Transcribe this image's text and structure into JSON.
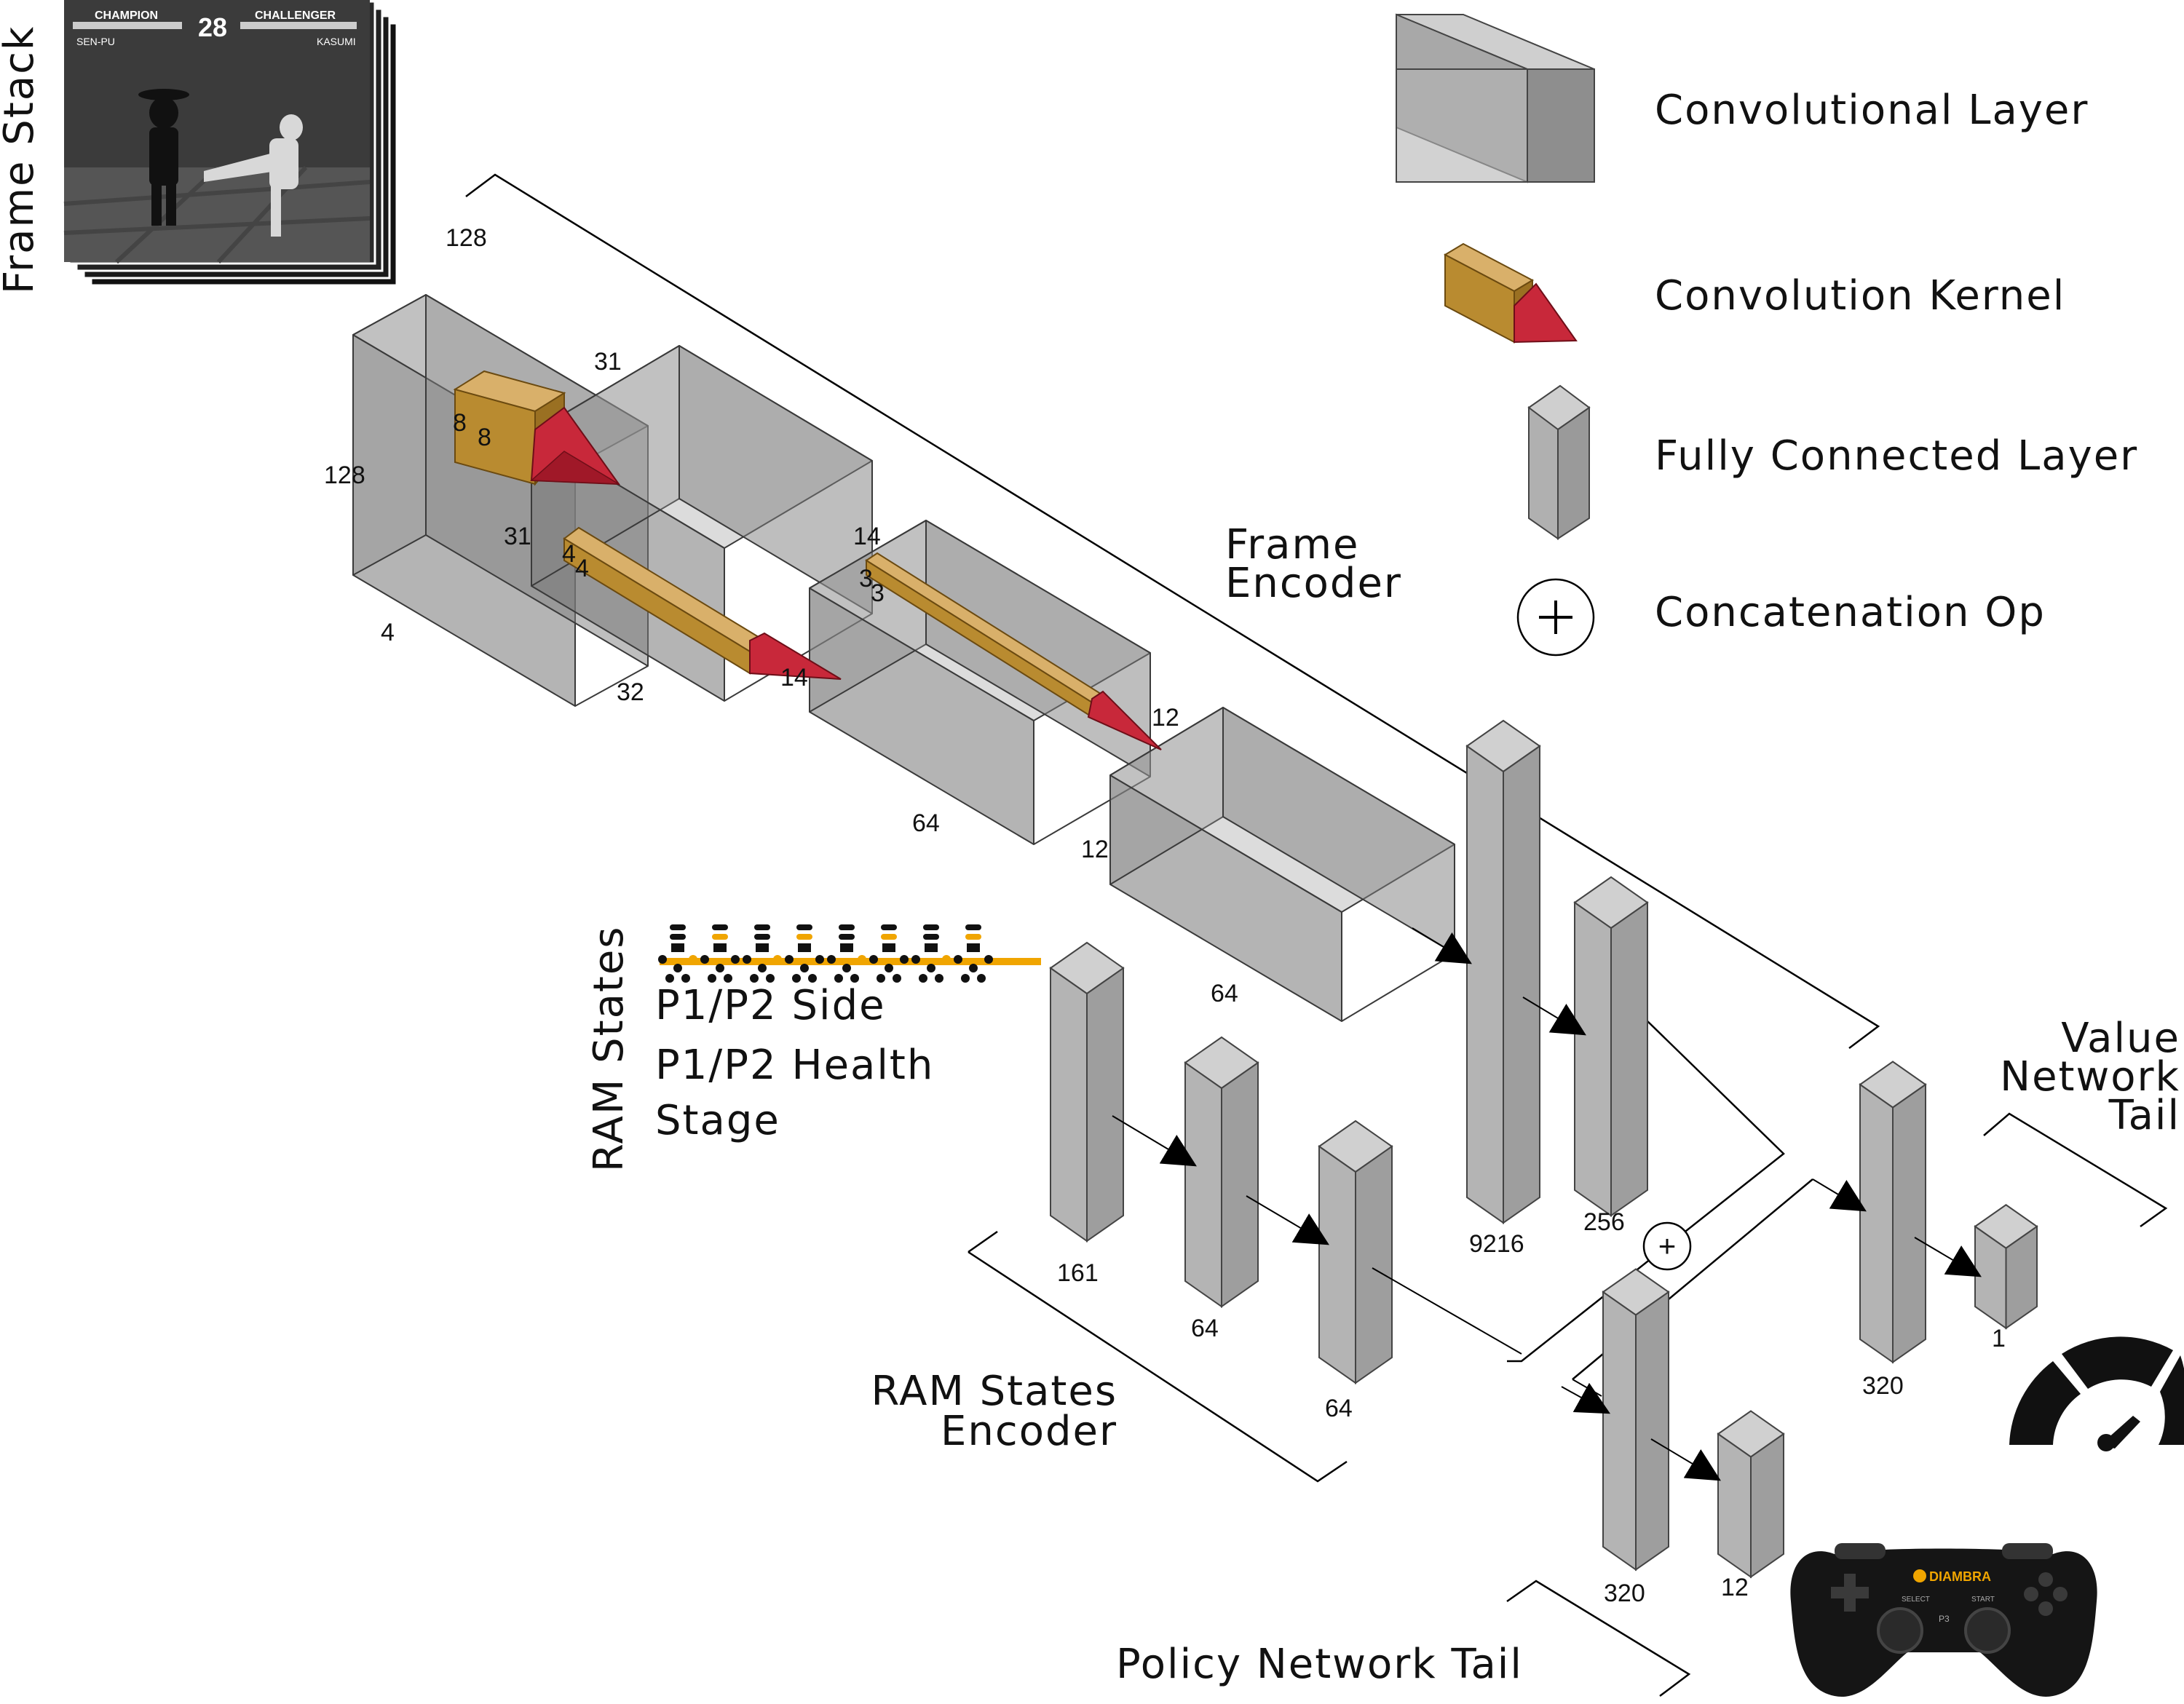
{
  "labels": {
    "frame_stack": "Frame Stack",
    "ram_states": "RAM States",
    "frame_encoder_1": "Frame",
    "frame_encoder_2": "Encoder",
    "ram_encoder_1": "RAM States",
    "ram_encoder_2": "Encoder",
    "value_tail_1": "Value",
    "value_tail_2": "Network",
    "value_tail_3": "Tail",
    "policy_tail": "Policy Network Tail",
    "ram_items": [
      "P1/P2 Side",
      "P1/P2 Health",
      "Stage"
    ]
  },
  "legend": {
    "conv_layer": "Convolutional Layer",
    "conv_kernel": "Convolution Kernel",
    "fc_layer": "Fully Connected Layer",
    "concat_op": "Concatenation Op"
  },
  "frame_game": {
    "champion": "CHAMPION",
    "challenger": "CHALLENGER",
    "timer": "28",
    "p1": "SEN-PU",
    "p2": "KASUMI"
  },
  "dims": {
    "in_h": "128",
    "in_w": "128",
    "in_c": "4",
    "k1_a": "8",
    "k1_b": "8",
    "c1_h": "31",
    "c1_w": "31",
    "c1_c": "32",
    "k2_a": "4",
    "k2_b": "4",
    "c2_h": "14",
    "c2_w": "14",
    "c2_c": "64",
    "k3_a": "3",
    "k3_b": "3",
    "c3_h": "12",
    "c3_w": "12",
    "c3_c": "64"
  },
  "fc_sizes": {
    "ram_in": "161",
    "ram_h1": "64",
    "ram_h2": "64",
    "frame_flat": "9216",
    "frame_fc": "256",
    "policy_h": "320",
    "policy_out": "12",
    "value_h": "320",
    "value_out": "1"
  },
  "concat_symbol": "+",
  "controller": {
    "brand": "DIAMBRA",
    "select": "SELECT",
    "start": "START",
    "p": "P3"
  },
  "colors": {
    "layer_fill": "#7a7a7a",
    "kernel_gold": "#c89b3c",
    "kernel_red": "#c8283a",
    "ram_orange": "#f0a500"
  }
}
